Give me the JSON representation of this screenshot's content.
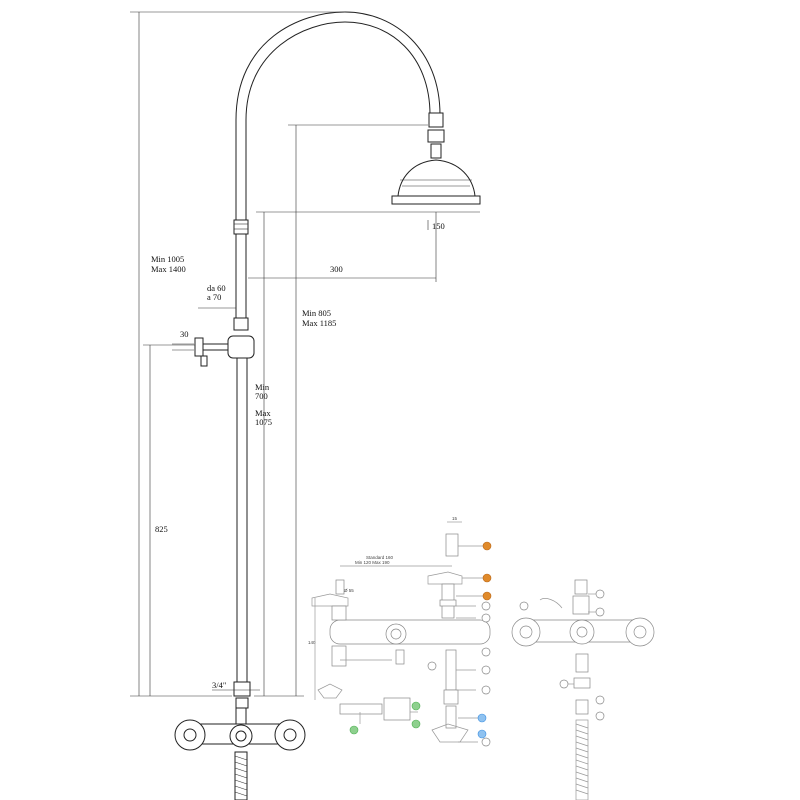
{
  "dimensions": {
    "total_height": "Min 1005\nMax 1400",
    "head_height": "Min 805\nMax 1185",
    "arm_reach": "300",
    "head_diameter": "150",
    "bracket_offset": "da 60\na 70",
    "bracket_drop": "30",
    "slide_bar": "Min\n700\n\nMax\n1075",
    "mixer_height": "825",
    "inlet_thread": "3/4\""
  },
  "detail_labels": {
    "standard": "Standard 160",
    "adjust_range": "Min 120 Max 190",
    "handle_depth": "15",
    "side_depth": "140",
    "diam": "Ø 55"
  },
  "callouts": [
    {
      "label": "",
      "color": "#e08a2a"
    },
    {
      "label": "",
      "color": "#e08a2a"
    },
    {
      "label": "",
      "color": "#e08a2a"
    },
    {
      "label": "",
      "color": "#4caf50"
    },
    {
      "label": "",
      "color": "#4caf50"
    },
    {
      "label": "",
      "color": "#4caf50"
    },
    {
      "label": "",
      "color": "#3b8ee0"
    },
    {
      "label": "",
      "color": "#3b8ee0"
    }
  ]
}
